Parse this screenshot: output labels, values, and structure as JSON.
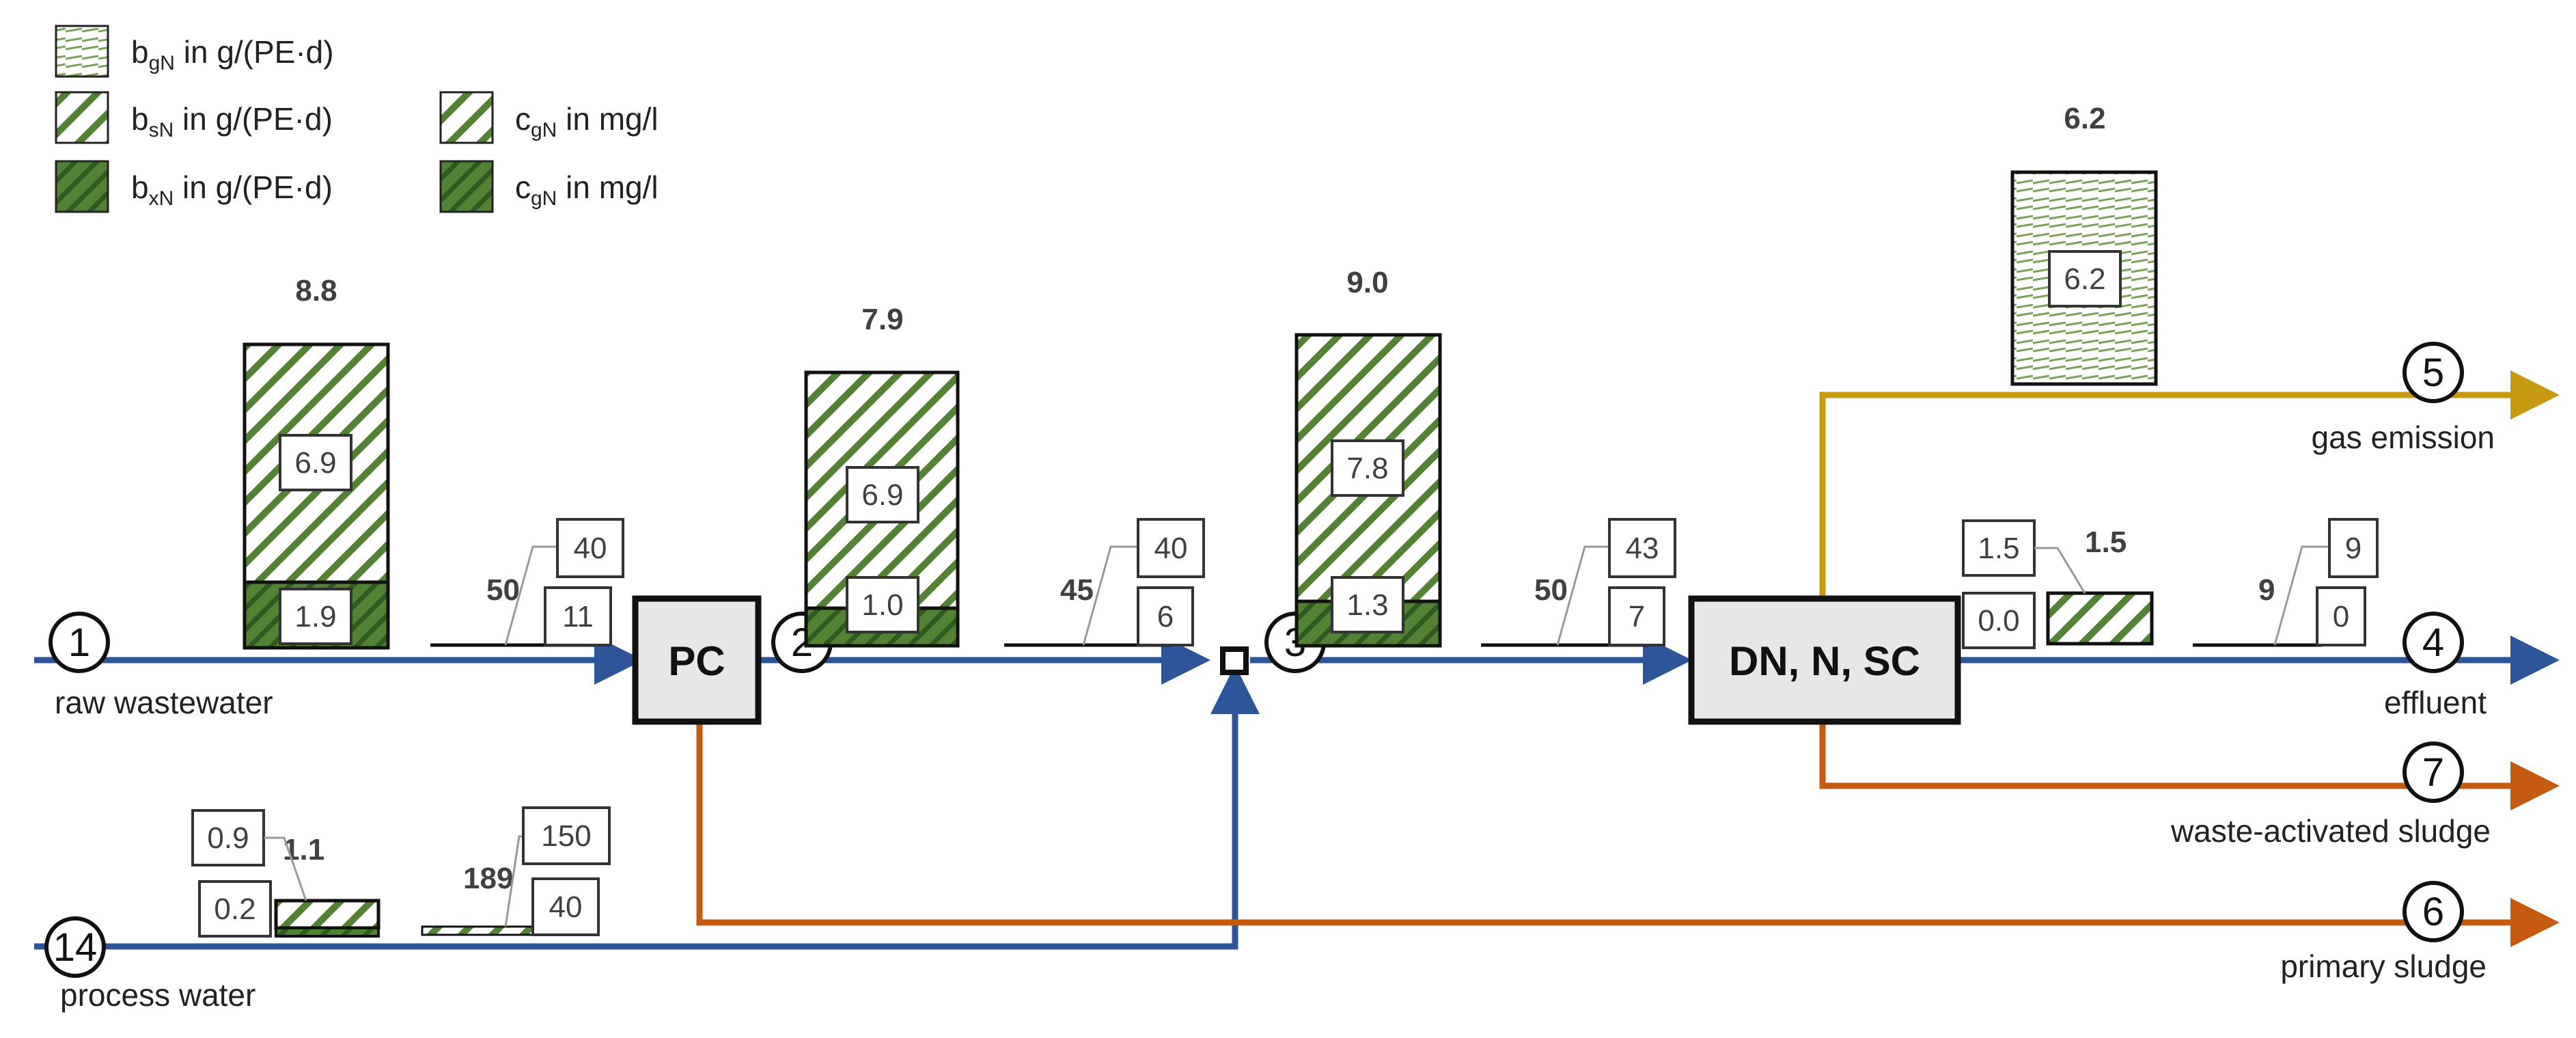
{
  "legend": [
    {
      "kind": "bgN",
      "var": "b",
      "sub": "gN",
      "unit": " in g/(PE·d)"
    },
    {
      "kind": "bsN",
      "var": "b",
      "sub": "sN",
      "unit": " in g/(PE·d)"
    },
    {
      "kind": "bxN",
      "var": "b",
      "sub": "xN",
      "unit": " in g/(PE·d)"
    },
    {
      "kind": "csN",
      "var": "c",
      "sub": "gN",
      "unit": " in mg/l"
    },
    {
      "kind": "cxN",
      "var": "c",
      "sub": "gN",
      "unit": " in mg/l"
    }
  ],
  "processes": {
    "pc": "PC",
    "dn": "DN, N, SC"
  },
  "nodes": {
    "n1": {
      "num": "1",
      "label": "raw wastewater"
    },
    "n2": {
      "num": "2"
    },
    "n3": {
      "num": "3"
    },
    "n4": {
      "num": "4",
      "label": "effluent"
    },
    "n5": {
      "num": "5",
      "label": "gas emission"
    },
    "n6": {
      "num": "6",
      "label": "primary sludge"
    },
    "n7": {
      "num": "7",
      "label": "waste-activated sludge"
    },
    "n14": {
      "num": "14",
      "label": "process water"
    }
  },
  "loads": {
    "s1": {
      "total": "8.8",
      "bsN": "6.9",
      "bxN": "1.9"
    },
    "s2": {
      "total": "7.9",
      "bsN": "6.9",
      "bxN": "1.0"
    },
    "s3": {
      "total": "9.0",
      "bsN": "7.8",
      "bxN": "1.3"
    },
    "s5": {
      "total": "6.2",
      "bgN": "6.2"
    },
    "s4": {
      "total": "1.5",
      "bsN": "1.5",
      "bxN": "0.0"
    },
    "s14": {
      "total": "1.1",
      "bsN": "0.9",
      "bxN": "0.2"
    }
  },
  "concentrations": {
    "s1": {
      "total": "50",
      "csN": "40",
      "cxN": "11"
    },
    "s2": {
      "total": "45",
      "csN": "40",
      "cxN": "6"
    },
    "s3": {
      "total": "50",
      "csN": "43",
      "cxN": "7"
    },
    "s4": {
      "total": "9",
      "csN": "9",
      "cxN": "0"
    },
    "s14": {
      "total": "189",
      "csN": "150",
      "cxN": "40"
    }
  },
  "colors": {
    "water": "#2e5597",
    "sludge": "#c55a11",
    "gas": "#c89a12",
    "hatch": "#548235",
    "dark": "#3a6b2a",
    "process_fill": "#e7e7e7"
  }
}
